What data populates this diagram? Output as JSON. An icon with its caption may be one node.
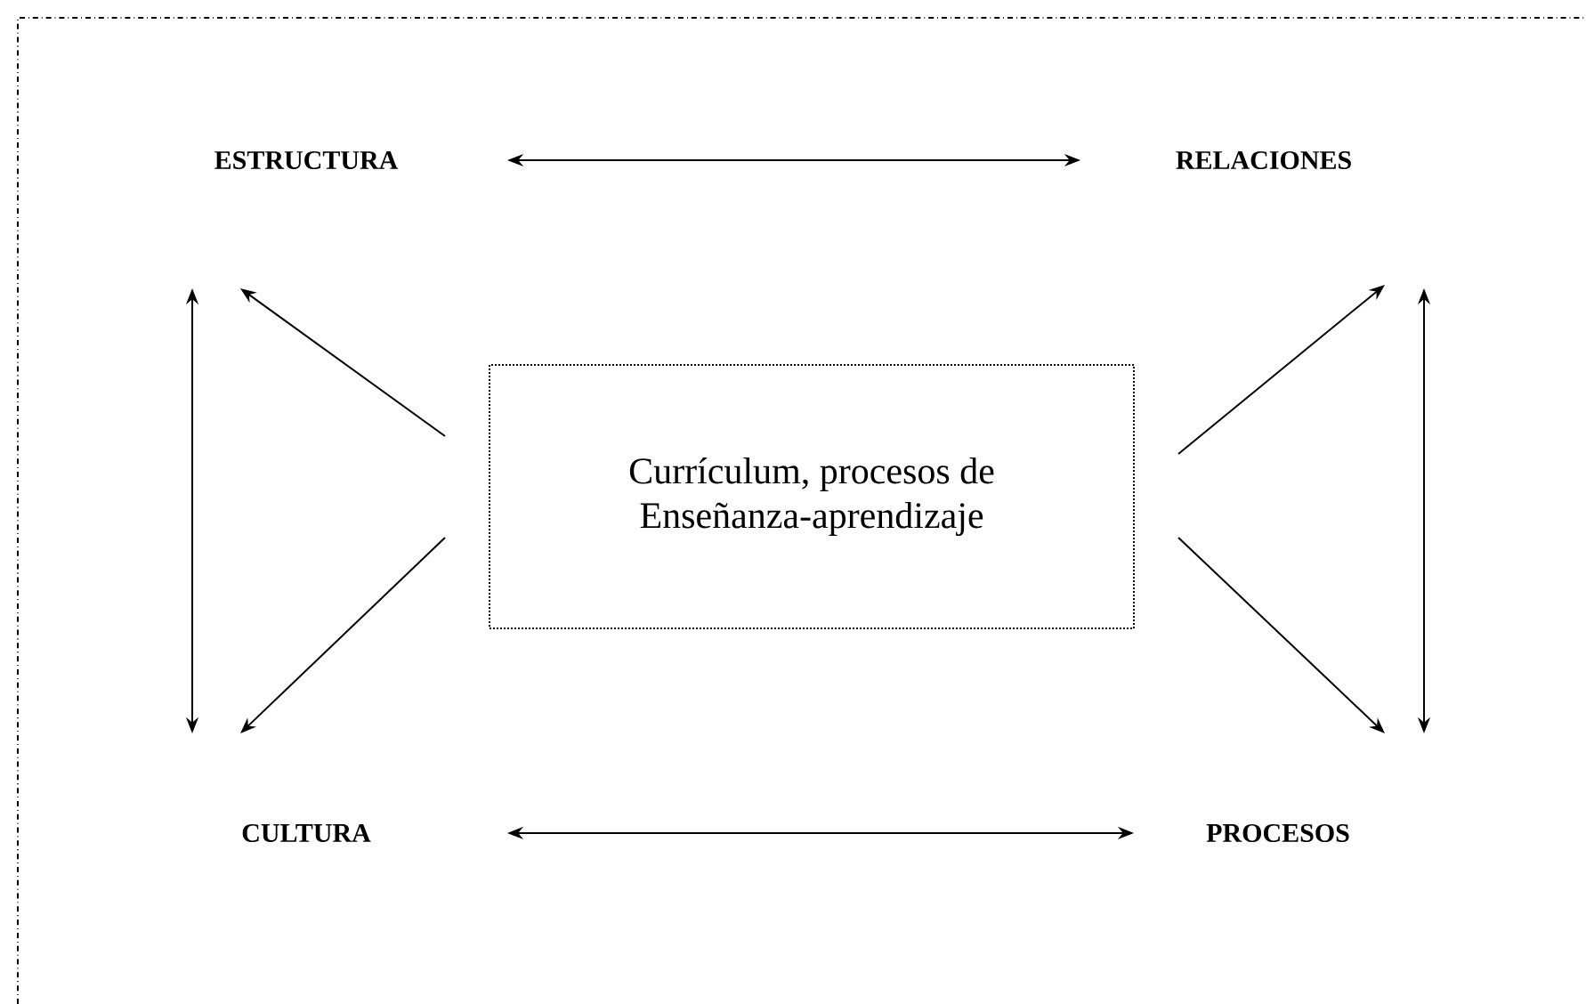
{
  "diagram": {
    "nodes": [
      {
        "text": [
          "ESTRUCTURA"
        ]
      },
      {
        "text": [
          "RELACIONES"
        ]
      },
      {
        "text": [
          "Currículum, procesos de Enseñanza-aprendizaje"
        ]
      },
      {
        "text": [
          "CULTURA"
        ]
      },
      {
        "text": [
          "PROCESOS"
        ]
      }
    ],
    "edges": [
      {
        "from": 0,
        "to": 1,
        "arrow": "both"
      },
      {
        "from": 0,
        "to": 3,
        "arrow": "both"
      },
      {
        "from": 2,
        "to": 0,
        "arrow": "to"
      },
      {
        "from": 2,
        "to": 3,
        "arrow": "to"
      },
      {
        "from": 2,
        "to": 1,
        "arrow": "to"
      },
      {
        "from": 2,
        "to": 4,
        "arrow": "to"
      },
      {
        "from": 1,
        "to": 4,
        "arrow": "both"
      },
      {
        "from": 3,
        "to": 4,
        "arrow": "both"
      }
    ]
  }
}
